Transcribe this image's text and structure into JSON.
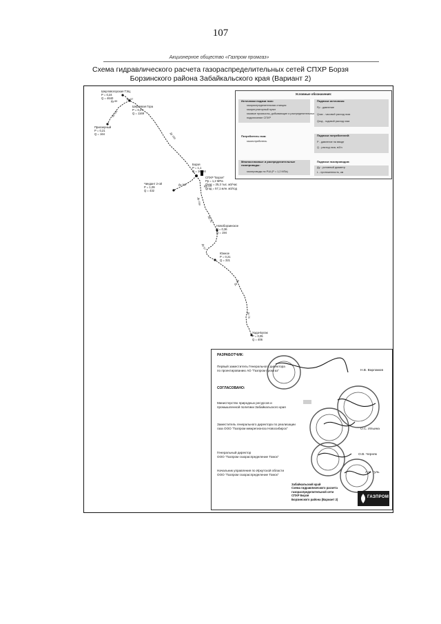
{
  "page": {
    "number": "107",
    "org": "Акционерное общество «Газпром промгаз»",
    "title_line1": "Схема гидравлического расчета газораспределительных сетей СПХР Борзя",
    "title_line2": "Борзинского района Забайкальского края (Вариант 2)"
  },
  "map": {
    "nodes": [
      {
        "name": "Шерловогорская ТЭЦ",
        "p": "P = 0,24",
        "q": "Q = 4640"
      },
      {
        "name": "Шерловая Гора",
        "p": "P = 0,27",
        "q": "Q = 1169"
      },
      {
        "name": "Приозерный",
        "p": "P = 0,21",
        "q": "Q = 164"
      },
      {
        "name": "Борзя",
        "p": "P = 1,1",
        "q": "Q = 16084"
      },
      {
        "name": "Чиндант 2-ой",
        "p": "P = 1,09",
        "q": "Q = 432"
      },
      {
        "name": "Новоборзинское",
        "p": "P = 0,36",
        "q": "Q = 194"
      },
      {
        "name": "Южное",
        "p": "P = 0,21",
        "q": "Q = 321"
      },
      {
        "name": "Хада-Булак",
        "p": "P = 0,05",
        "q": "Q = 406"
      }
    ],
    "station": {
      "name": "СПХР \"Борзя\"",
      "pressure": "Рр = 1,2 МПа",
      "q_hour": "Qчас = 25,3 тыс. м3/час",
      "q_year": "Qгод = 57,1 млн. м3/год"
    },
    "segments": [
      "Ду 150",
      "Ду 89",
      "Ду 114",
      "Ду 219",
      "Ду 159",
      "Ду 108",
      "Ду 76",
      "Ду 57",
      "Ду 89",
      "Ду 76",
      "Ду 57"
    ]
  },
  "legend": {
    "title": "Условные обозначения:",
    "sources_head": "Источники подачи газа:",
    "sources": [
      "газораспределительная станция",
      "газорегуляторный пункт",
      "газовые промыслы, добывающие и распределительные",
      "подключение СПХР"
    ],
    "consumers_head": "Потребитель газа:",
    "consumers": [
      "газопотребитель"
    ],
    "pipes_head": "Межпоселковые и распределительные газопроводы:",
    "pipes": [
      "газопроводы по Р.Ш (Р = 1,2 МПа)"
    ],
    "sig_src_head": "Подписи источника:",
    "sig_src": [
      "Рр - давление",
      "Qчас - часовой расход газа",
      "Qгод - годовой расход газа"
    ],
    "sig_cons_head": "Подписи потребителей:",
    "sig_cons": [
      "P - давление на вводе",
      "Q - расход газа, м3/ч"
    ],
    "sig_pipe_head": "Подписи газопроводов:",
    "sig_pipe": [
      "Ду - условный диаметр",
      "L - протяженность, км"
    ]
  },
  "approval": {
    "developer_head": "РАЗРАБОТЧИК:",
    "developer_pos1": "Первый заместитель Генерального директора",
    "developer_pos2": "по проектированию АО \"Газпром промгаз\"",
    "developer_name": "Н.В. Варламов",
    "agreed_head": "СОГЛАСОВАНО:",
    "ministry1": "Министерство природных ресурсов и",
    "ministry2": "промышленной политики Забайкальского края",
    "deputy1": "Заместитель генерального директора по реализации",
    "deputy2": "газа ООО \"Газпром межрегионгаз Новосибирск\"",
    "deputy_name": "О.С. Ильина",
    "director1": "Генеральный директор",
    "director2": "ООО \"Газпром газораспределение Томск\"",
    "director_name": "О.В. Черняк",
    "chief1": "Начальник управления по Иркутской области",
    "chief2": "ООО \"Газпром газораспределение Томск\"",
    "chief_name": "А.Н. Гуль"
  },
  "title_block": {
    "lines": [
      "Забайкальский край",
      "Схема гидравлического расчета",
      "газораспределительной сети",
      "СПХР Борзя",
      "Борзинского района (Вариант 2)"
    ],
    "logo": "ГАЗПРОМ"
  },
  "colors": {
    "line": "#111111",
    "shade": "#d8d8d8",
    "stamp": "#555555",
    "logo_bg": "#1a1a1a"
  }
}
